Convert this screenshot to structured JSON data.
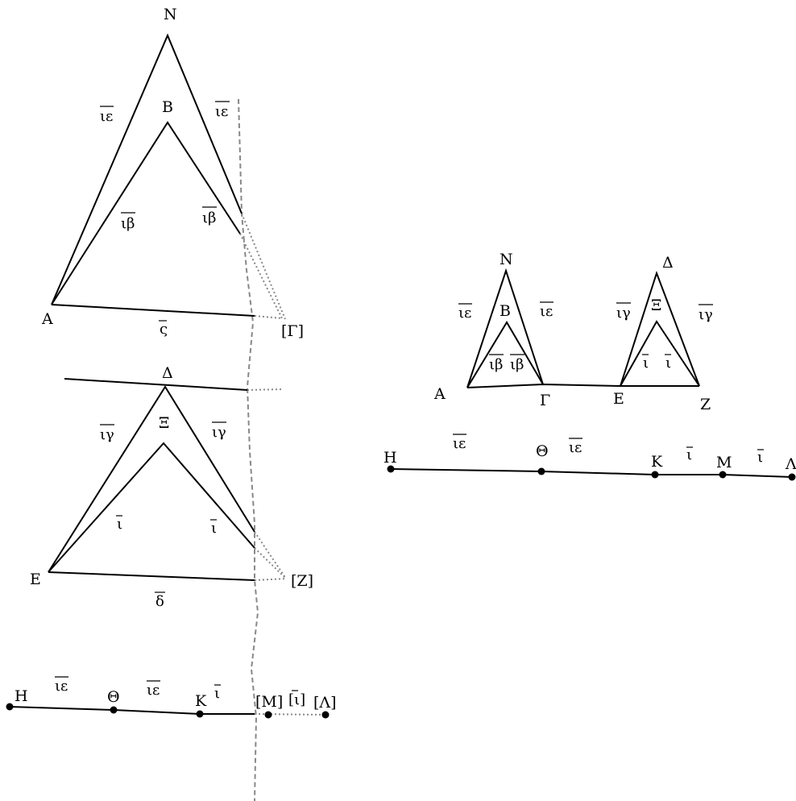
{
  "left_figure": {
    "top_triangle": {
      "points": {
        "N": "N",
        "B": "B",
        "A": "A",
        "G": "[Γ]"
      },
      "numbers": {
        "outer_left": "ιε",
        "outer_right": "ιε",
        "inner_left": "ιβ",
        "inner_right": "ιβ",
        "base": "ς"
      }
    },
    "bottom_triangle": {
      "points": {
        "D": "Δ",
        "X": "Ξ",
        "E": "E",
        "Z": "[Z]"
      },
      "numbers": {
        "outer_left": "ιγ",
        "outer_right": "ιγ",
        "inner_left": "ι",
        "inner_right": "ι",
        "base": "δ"
      }
    },
    "line": {
      "points": {
        "H": "H",
        "Th": "Θ",
        "K": "K",
        "M": "[M]",
        "L": "[Λ]"
      },
      "numbers": {
        "HTh": "ιε",
        "ThK": "ιε",
        "KM": "ι",
        "ML": "[ι]"
      }
    }
  },
  "right_figure": {
    "triangle_1": {
      "points": {
        "N": "N",
        "B": "B",
        "A": "A",
        "G": "Γ"
      },
      "numbers": {
        "outer_left": "ιε",
        "outer_right": "ιε",
        "inner_left": "ιβ",
        "inner_right": "ιβ"
      }
    },
    "triangle_2": {
      "points": {
        "D": "Δ",
        "X": "Ξ",
        "E": "E",
        "Z": "Z"
      },
      "numbers": {
        "outer_left": "ιγ",
        "outer_right": "ιγ",
        "inner_left": "ι",
        "inner_right": "ι"
      }
    },
    "line": {
      "points": {
        "H": "H",
        "Th": "Θ",
        "K": "K",
        "M": "M",
        "L": "Λ"
      },
      "numbers": {
        "HTh": "ιε",
        "ThK": "ιε",
        "KM": "ι",
        "ML": "ι"
      }
    }
  }
}
